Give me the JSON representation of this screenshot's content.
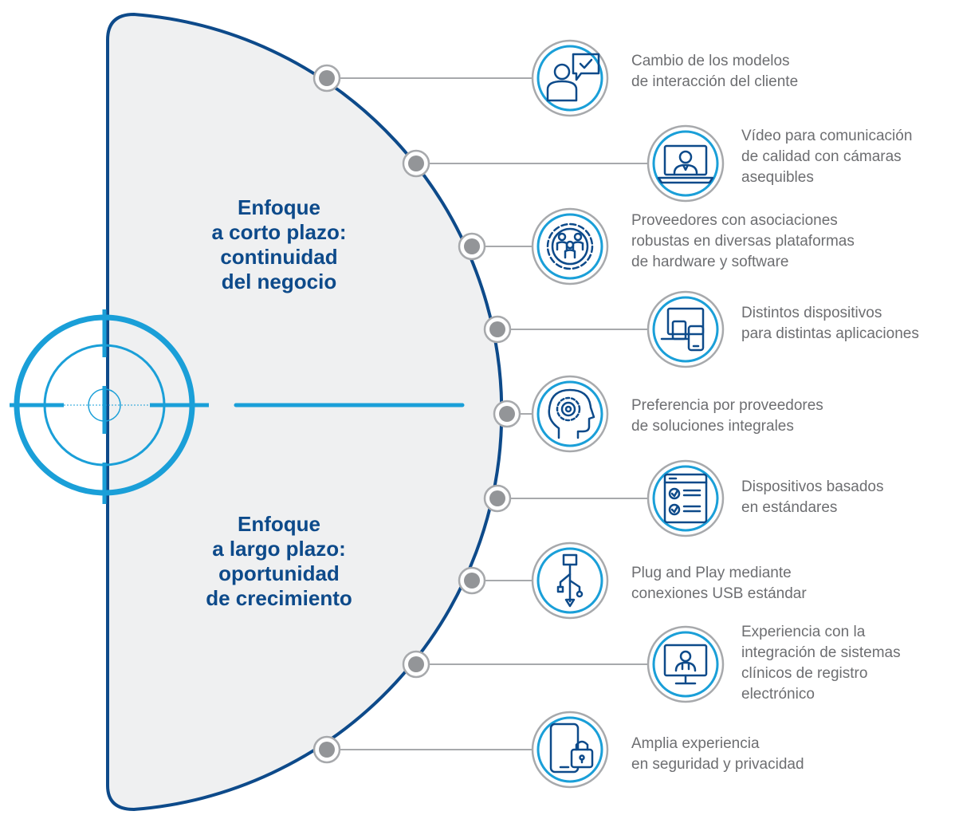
{
  "colors": {
    "navy": "#0d4a8a",
    "blue": "#1a9fd8",
    "panel_fill": "#eff0f1",
    "text_gray": "#6d6e71",
    "connector_gray": "#a7a9ac",
    "dot_gray": "#939598"
  },
  "short_term": {
    "lines": [
      "Enfoque",
      "a corto plazo:",
      "continuidad",
      "del negocio"
    ]
  },
  "long_term": {
    "lines": [
      "Enfoque",
      "a largo plazo:",
      "oportunidad",
      "de crecimiento"
    ]
  },
  "items": [
    {
      "icon": "person-chat-icon",
      "lines": [
        "Cambio de los modelos",
        "de interacción del cliente"
      ]
    },
    {
      "icon": "video-laptop-icon",
      "lines": [
        "Vídeo para comunicación",
        "de calidad con cámaras",
        "asequibles"
      ]
    },
    {
      "icon": "gear-people-icon",
      "lines": [
        "Proveedores con asociaciones",
        "robustas en diversas plataformas",
        "de hardware y software"
      ]
    },
    {
      "icon": "devices-icon",
      "lines": [
        "Distintos dispositivos",
        "para distintas aplicaciones"
      ]
    },
    {
      "icon": "head-target-icon",
      "lines": [
        "Preferencia por proveedores",
        "de soluciones integrales"
      ]
    },
    {
      "icon": "checklist-window-icon",
      "lines": [
        "Dispositivos basados",
        "en estándares"
      ]
    },
    {
      "icon": "usb-icon",
      "lines": [
        "Plug and Play mediante",
        "conexiones USB estándar"
      ]
    },
    {
      "icon": "monitor-doctor-icon",
      "lines": [
        "Experiencia con la",
        "integración de sistemas",
        "clínicos de registro",
        "electrónico"
      ]
    },
    {
      "icon": "phone-lock-icon",
      "lines": [
        "Amplia experiencia",
        "en seguridad y privacidad"
      ]
    }
  ]
}
